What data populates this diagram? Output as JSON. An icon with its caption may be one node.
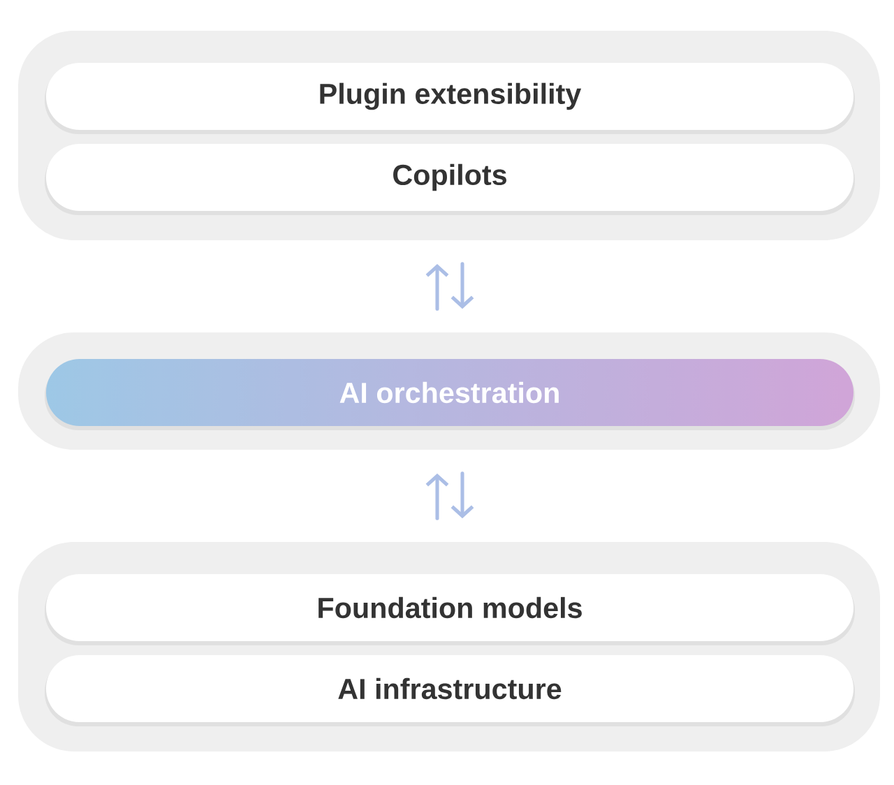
{
  "diagram": {
    "nodes": [
      {
        "text": [],
        "shape": "box"
      },
      {
        "text": [
          "Plugin extensibility"
        ],
        "in": 0
      },
      {
        "text": [
          "Copilots"
        ],
        "in": 0
      },
      {
        "text": [],
        "shape": "box"
      },
      {
        "text": [
          "AI orchestration"
        ],
        "in": 3
      },
      {
        "text": [],
        "shape": "box"
      },
      {
        "text": [
          "Foundation models"
        ],
        "in": 5
      },
      {
        "text": [
          "AI infrastructure"
        ],
        "in": 5
      }
    ],
    "edges": [
      {
        "from": 3,
        "to": 0,
        "arrow": "to"
      },
      {
        "from": 0,
        "to": 3,
        "arrow": "to"
      },
      {
        "from": 5,
        "to": 3,
        "arrow": "to"
      },
      {
        "from": 3,
        "to": 5,
        "arrow": "to"
      }
    ]
  }
}
